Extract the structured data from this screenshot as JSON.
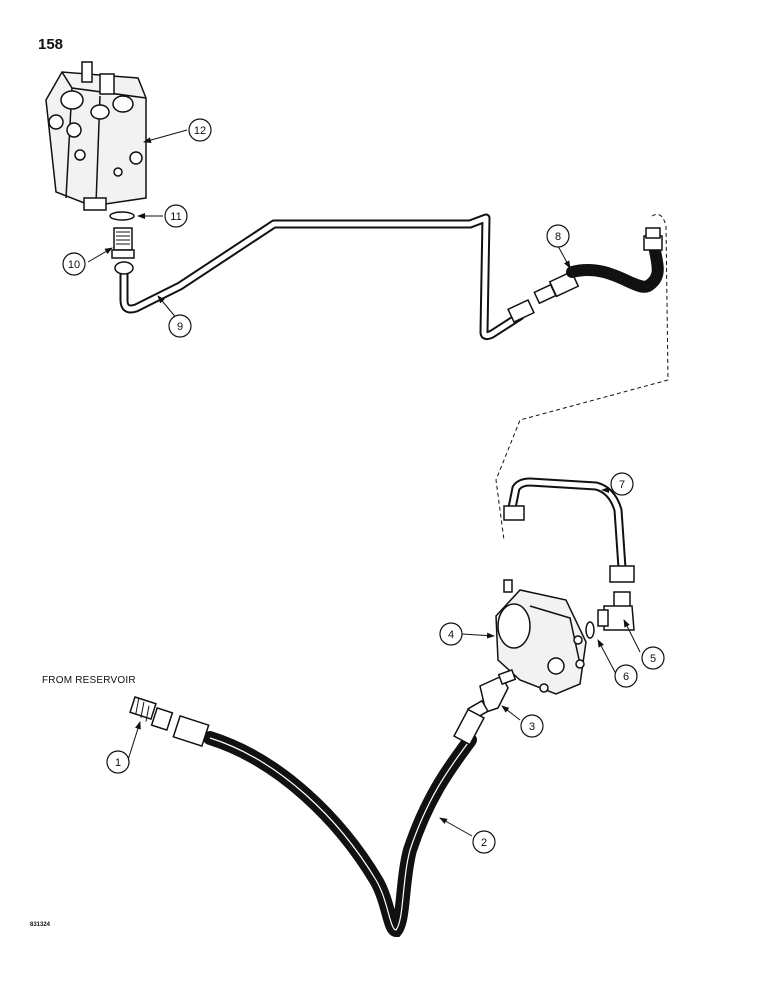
{
  "page_number": "158",
  "source_label": "FROM RESERVOIR",
  "figure_code": "831324",
  "callouts": [
    "1",
    "2",
    "3",
    "4",
    "5",
    "6",
    "7",
    "8",
    "9",
    "10",
    "11",
    "12"
  ],
  "colors": {
    "line": "#111111",
    "paper": "#ffffff"
  }
}
